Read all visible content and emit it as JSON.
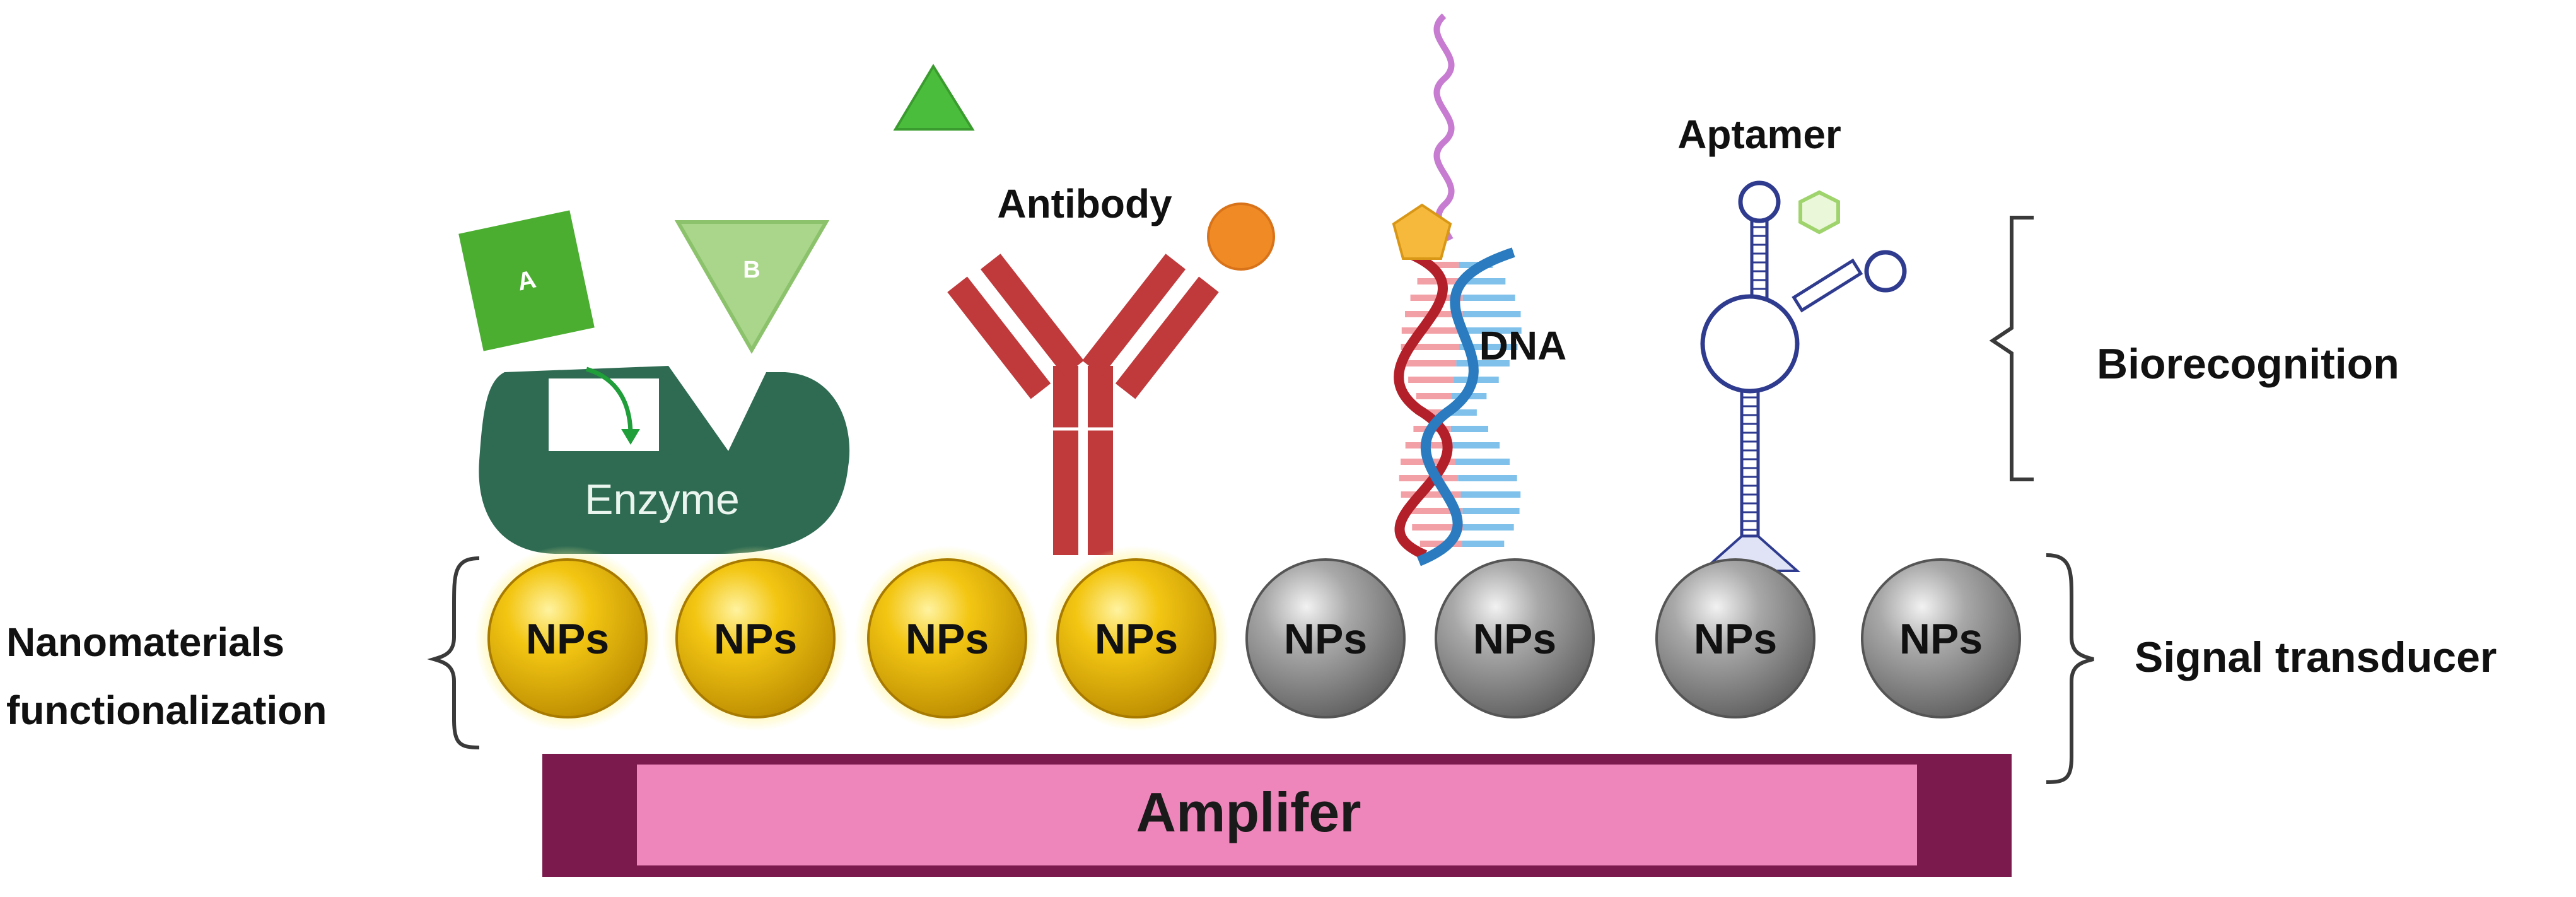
{
  "labels": {
    "enzyme": "Enzyme",
    "substrate_a": "A",
    "substrate_b": "B",
    "antibody": "Antibody",
    "dna": "DNA",
    "aptamer": "Aptamer",
    "biorecognition": "Biorecognition",
    "signal_transducer": "Signal transducer",
    "nanomaterials_line1": "Nanomaterials",
    "nanomaterials_line2": "functionalization",
    "amplifier": "Amplifer"
  },
  "nanoparticles": [
    {
      "label": "NPs",
      "color": "gold"
    },
    {
      "label": "NPs",
      "color": "gold"
    },
    {
      "label": "NPs",
      "color": "gold"
    },
    {
      "label": "NPs",
      "color": "gold"
    },
    {
      "label": "NPs",
      "color": "gray"
    },
    {
      "label": "NPs",
      "color": "gray"
    },
    {
      "label": "NPs",
      "color": "gray"
    },
    {
      "label": "NPs",
      "color": "gray"
    }
  ],
  "colors": {
    "enzyme": "#2e6b52",
    "substrate_a": "#4bae31",
    "substrate_b": "#a9d68a",
    "antibody": "#c0393b",
    "antigen": "#f08a24",
    "dna_strand_red": "#b4202a",
    "dna_strand_blue": "#2a7bbf",
    "dna_ligand": "#f6b93b",
    "dna_tail": "#c77bd1",
    "aptamer": "#2f3b8f",
    "aptamer_target": "#9fd36c",
    "triangle": "#4bbd3c",
    "amplifier_outer": "#7b1a4c",
    "amplifier_inner": "#ee86bb",
    "np_gold": "#e9b400",
    "np_gray": "#8e8e8e",
    "bracket": "#3a3a3a"
  }
}
